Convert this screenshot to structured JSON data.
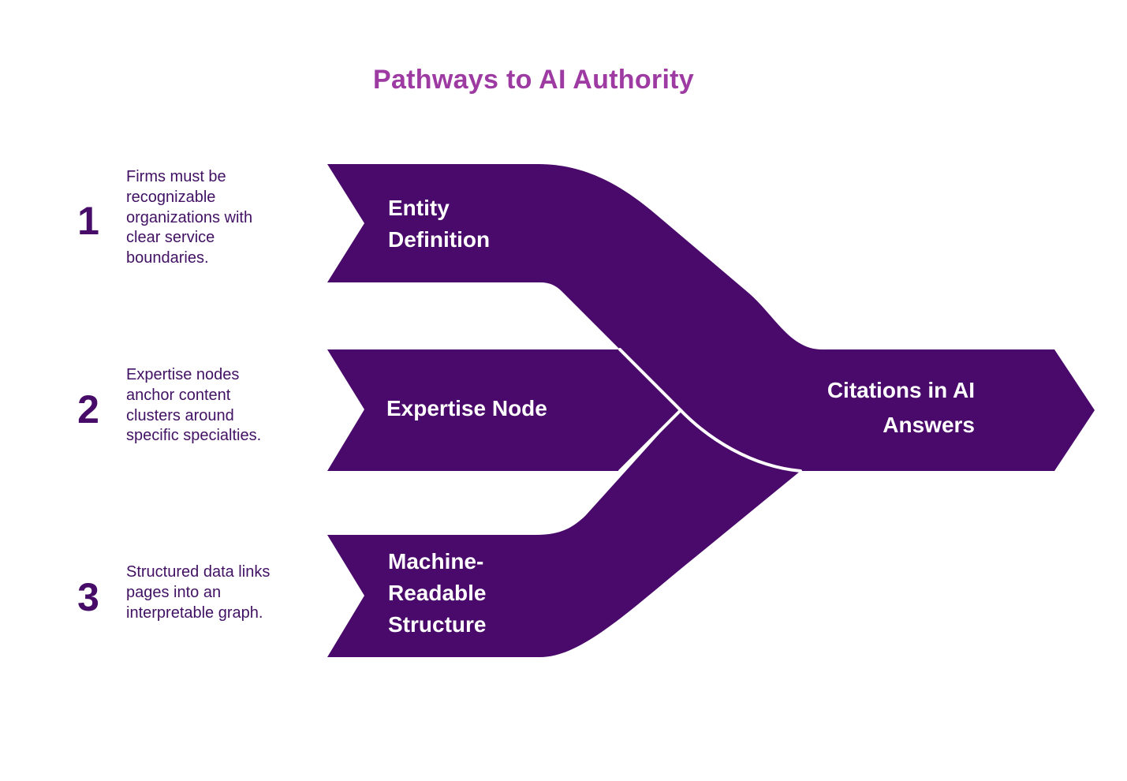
{
  "title": "Pathways to AI Authority",
  "colors": {
    "background": "#FFFFFF",
    "band": "#4A0A6B",
    "separator": "#FFFFFF",
    "title": "#9E3BA3",
    "number": "#470C67",
    "description": "#411163",
    "band_label": "#FFFFFF"
  },
  "steps": [
    {
      "number": "1",
      "description": "Firms must be\nrecognizable\norganizations with\nclear service\nboundaries.",
      "band_label": "Entity\nDefinition"
    },
    {
      "number": "2",
      "description": "Expertise nodes\nanchor content\nclusters around\nspecific specialties.",
      "band_label": "Expertise Node"
    },
    {
      "number": "3",
      "description": "Structured data links\npages into an\ninterpretable graph.",
      "band_label": "Machine-\nReadable\nStructure"
    }
  ],
  "outcome": {
    "band_label": "Citations in AI\nAnswers"
  }
}
